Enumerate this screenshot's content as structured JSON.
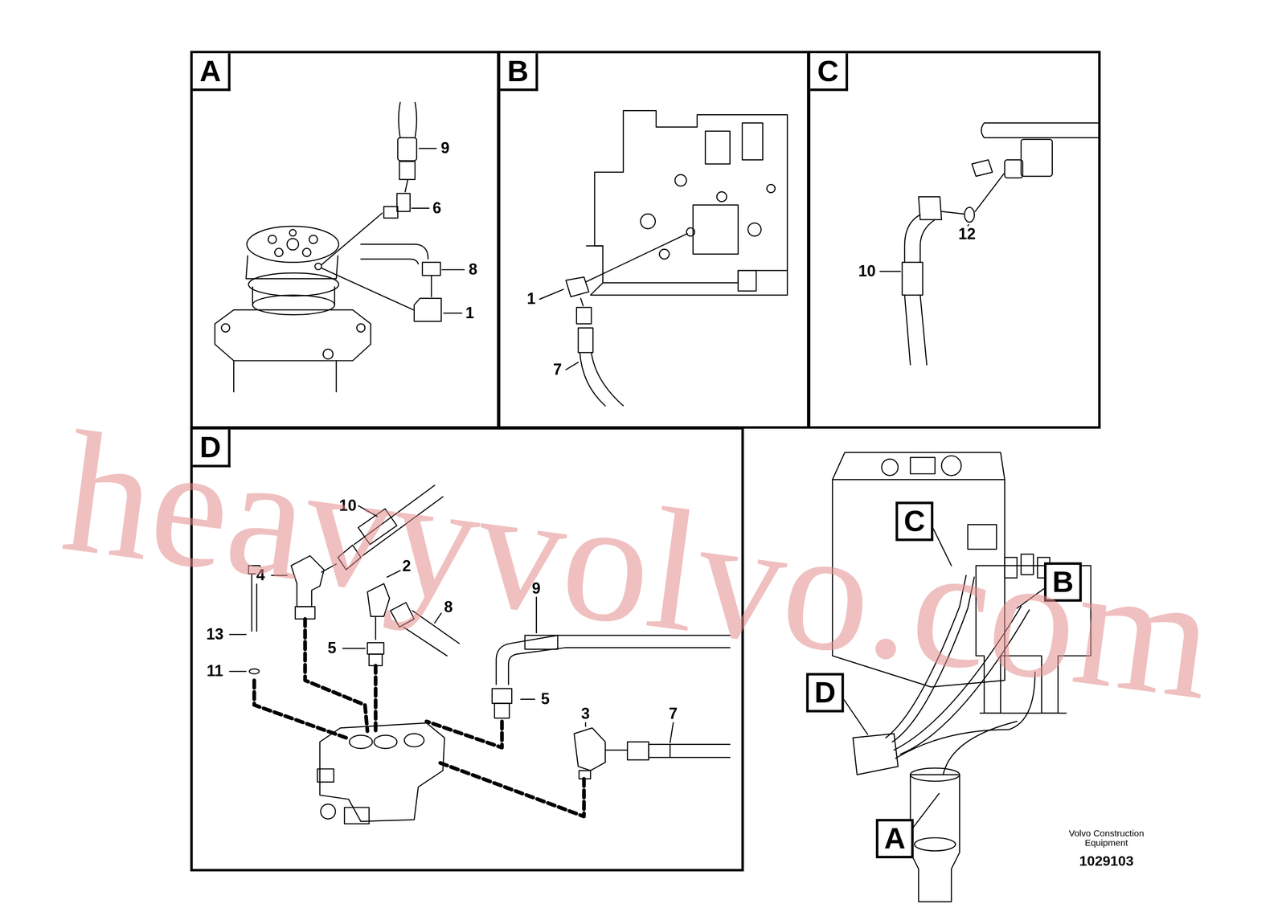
{
  "diagram": {
    "nodes": [
      {
        "text": [
          "A"
        ]
      },
      {
        "text": [
          "B"
        ]
      },
      {
        "text": [
          "C"
        ]
      },
      {
        "text": [
          "D"
        ]
      },
      {
        "text": [
          "C"
        ]
      },
      {
        "text": [
          "B"
        ]
      },
      {
        "text": [
          "D"
        ]
      },
      {
        "text": [
          "A"
        ]
      }
    ],
    "labels": [
      "9",
      "6",
      "8",
      "1",
      "1",
      "7",
      "12",
      "10",
      "10",
      "2",
      "4",
      "8",
      "9",
      "13",
      "5",
      "11",
      "5",
      "3",
      "7",
      "heavyvolvo.com",
      "Volvo Construction Equipment",
      "1029103"
    ]
  }
}
